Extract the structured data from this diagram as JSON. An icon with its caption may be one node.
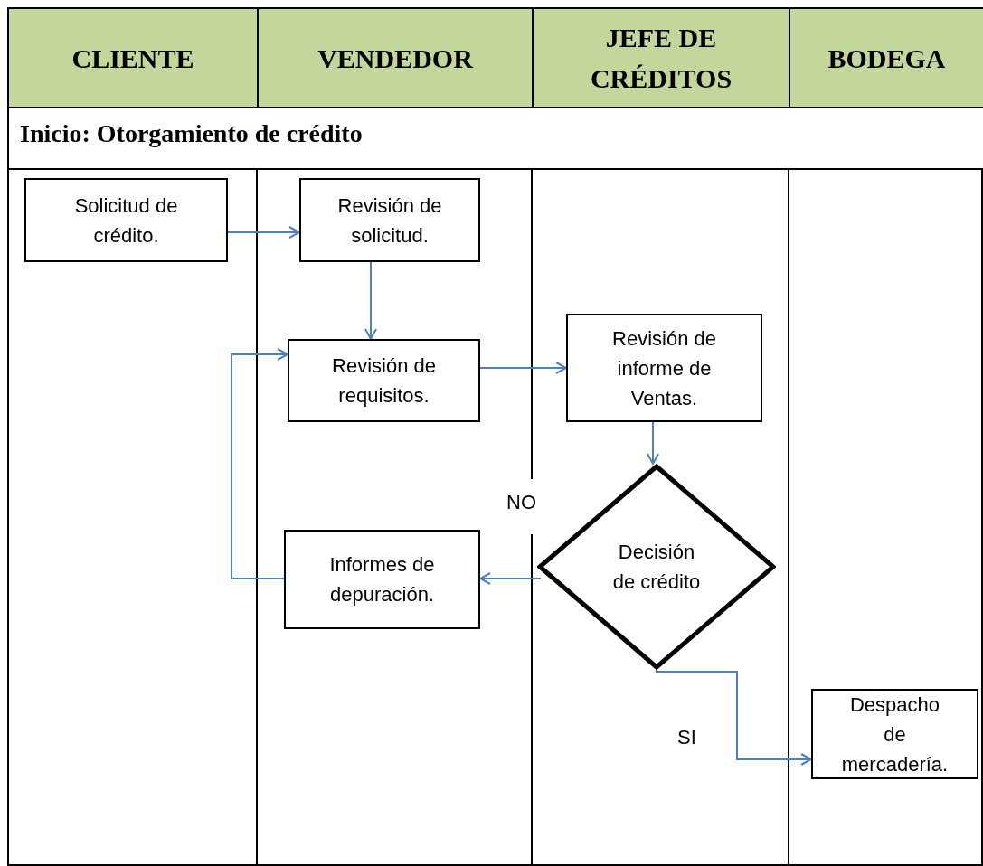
{
  "diagram": {
    "nodes": [
      {
        "text": [
          "Solicitud de crédito."
        ]
      },
      {
        "text": [
          "Revisión de solicitud."
        ]
      },
      {
        "text": [
          "Revisión de requisitos."
        ]
      },
      {
        "text": [
          "Revisión de informe de Ventas."
        ]
      },
      {
        "text": [
          "Decisión de crédito"
        ]
      },
      {
        "text": [
          "Informes de depuración."
        ]
      },
      {
        "text": [
          "Despacho de mercadería."
        ]
      }
    ],
    "edges": [
      {
        "from": 0,
        "to": 1,
        "arrow": "to"
      },
      {
        "from": 1,
        "to": 2,
        "arrow": "to"
      },
      {
        "from": 2,
        "to": 3,
        "arrow": "to"
      },
      {
        "from": 3,
        "to": 4,
        "arrow": "to"
      },
      {
        "from": 4,
        "to": 5,
        "arrow": "to",
        "label": "NO"
      },
      {
        "from": 4,
        "to": 6,
        "arrow": "to",
        "label": "SI"
      },
      {
        "from": 5,
        "to": 2,
        "arrow": "to"
      }
    ],
    "labels": [
      "CLIENTE",
      "VENDEDOR",
      "JEFE DE CRÉDITOS",
      "BODEGA",
      "Inicio: Otorgamiento de crédito"
    ]
  }
}
